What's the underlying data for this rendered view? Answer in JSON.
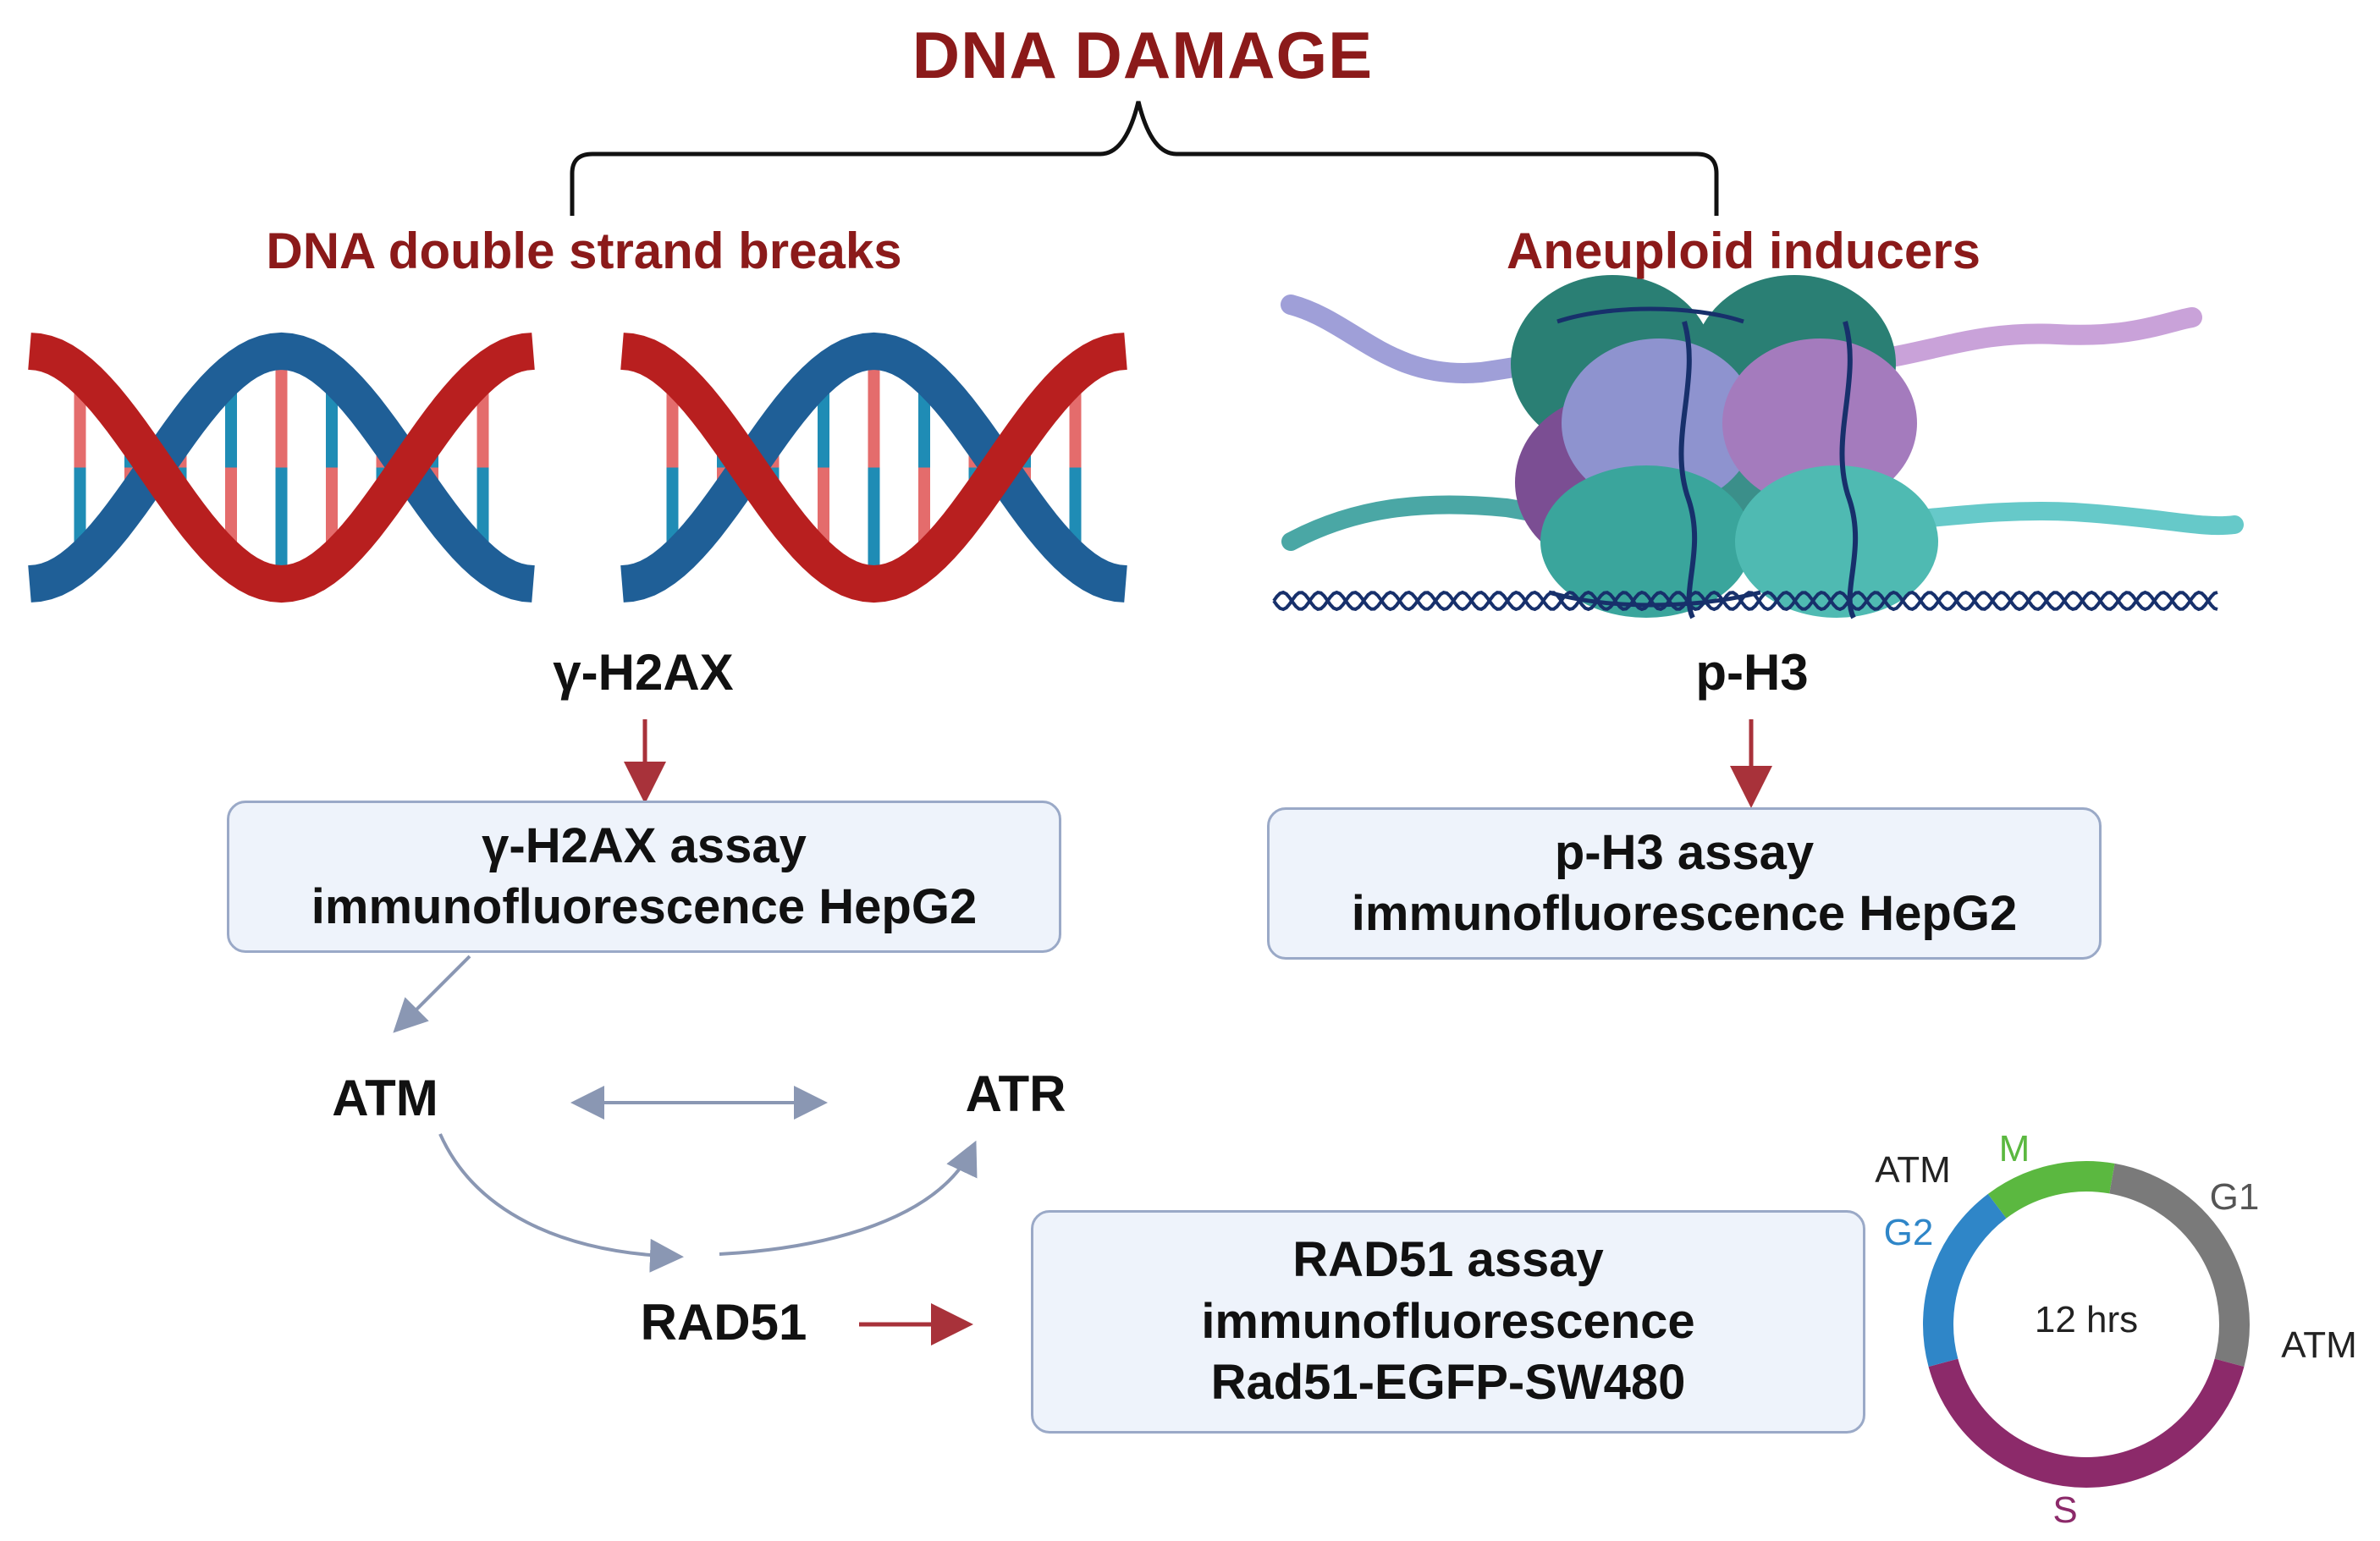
{
  "title": "DNA DAMAGE",
  "left_heading": "DNA double strand breaks",
  "right_heading": "Aneuploid inducers",
  "left_marker": "γ-H2AX",
  "right_marker": "p-H3",
  "box_gh2ax": {
    "line1": "γ-H2AX assay",
    "line2": "immunofluorescence HepG2"
  },
  "box_ph3": {
    "line1": "p-H3 assay",
    "line2": "immunofluorescence HepG2"
  },
  "box_rad51": {
    "line1": "RAD51 assay",
    "line2": "immunofluorescence",
    "line3": "Rad51-EGFP-SW480"
  },
  "atm": "ATM",
  "atr": "ATR",
  "rad51": "RAD51",
  "cycle": {
    "center": "12 hrs",
    "labels": {
      "m": "M",
      "g1": "G1",
      "g2": "G2",
      "s": "S",
      "atm_top": "ATM",
      "atm_right": "ATM"
    },
    "colors": {
      "m": "#5bb840",
      "g1": "#7a7a7a",
      "g2": "#2f86c8",
      "s": "#8c2a6a"
    }
  },
  "colors": {
    "dark_red": "#8b1a1a",
    "arrow_red": "#a8323a",
    "arrow_gray": "#8a97b3",
    "dna_red": "#b81f1f",
    "dna_blue": "#1f5f97"
  }
}
